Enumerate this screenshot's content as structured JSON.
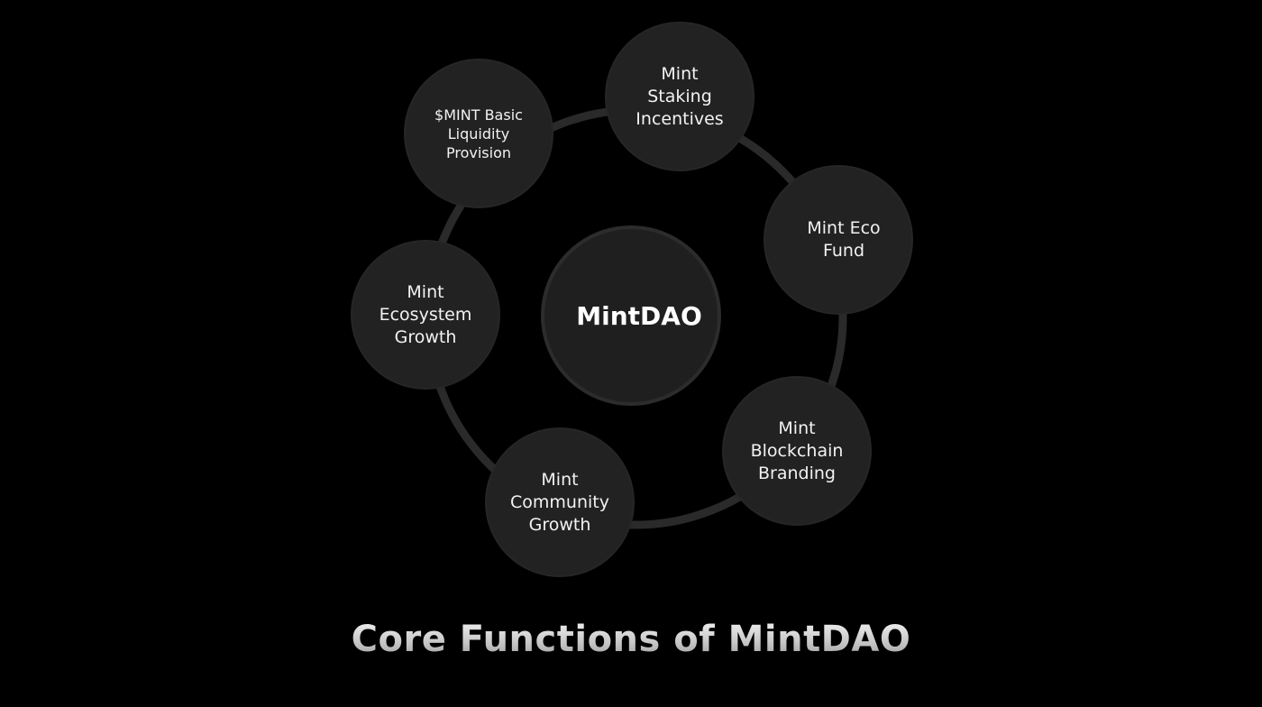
{
  "diagram": {
    "type": "hub-and-ring",
    "center": {
      "label": "MintDAO"
    },
    "nodes": [
      {
        "id": "liquidity",
        "lines": [
          "$MINT Basic",
          "Liquidity",
          "Provision"
        ]
      },
      {
        "id": "staking",
        "lines": [
          "Mint",
          "Staking",
          "Incentives"
        ]
      },
      {
        "id": "eco-fund",
        "lines": [
          "Mint Eco",
          "Fund"
        ]
      },
      {
        "id": "blockchain-branding",
        "lines": [
          "Mint",
          "Blockchain",
          "Branding"
        ]
      },
      {
        "id": "community-growth",
        "lines": [
          "Mint",
          "Community",
          "Growth"
        ]
      },
      {
        "id": "ecosystem-growth",
        "lines": [
          "Mint",
          "Ecosystem",
          "Growth"
        ]
      }
    ],
    "colors": {
      "background": "#000000",
      "node_fill": "#222222",
      "ring": "#2a2a2a",
      "text": "#f2f2f2"
    }
  },
  "footer": {
    "title": "Core Functions of MintDAO"
  }
}
